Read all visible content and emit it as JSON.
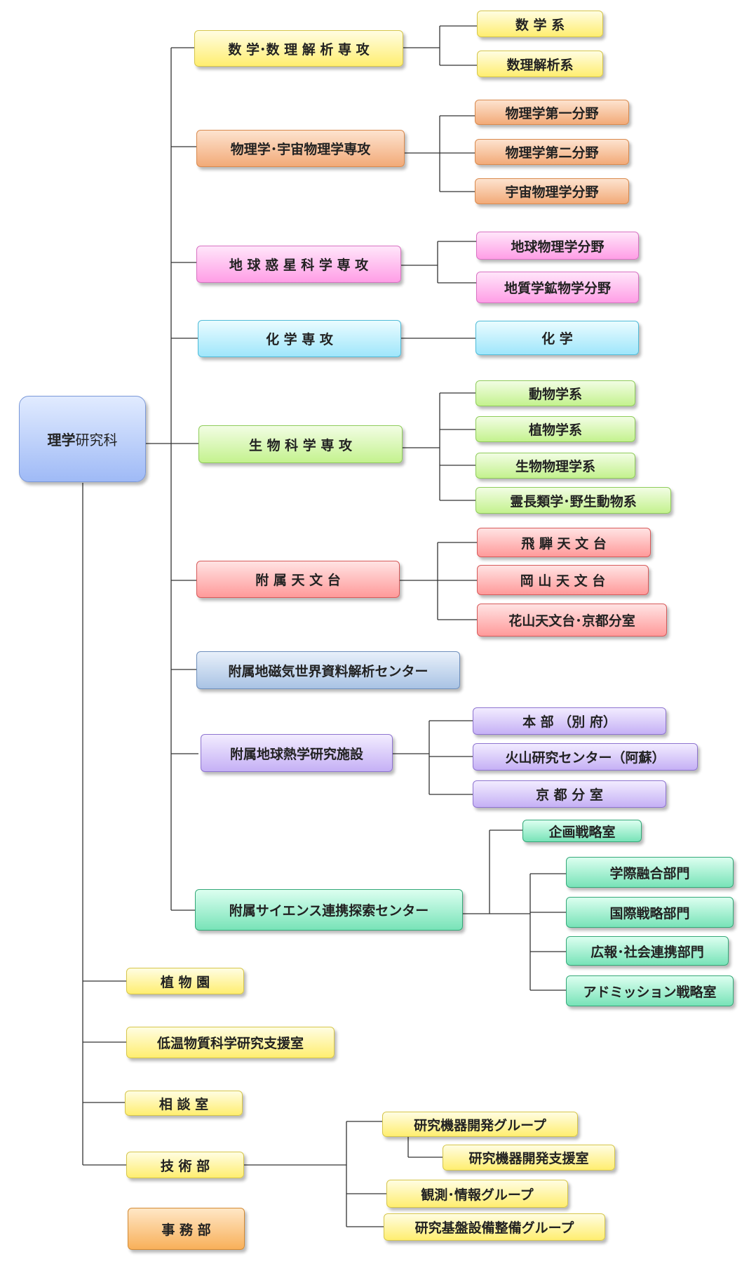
{
  "root": {
    "label_bold": "理学",
    "label_rest": "研究科"
  },
  "departments": {
    "math": "数 学･数 理 解 析 専 攻",
    "physics": "物理学･宇宙物理学専攻",
    "earth": "地 球 惑 星 科 学 専 攻",
    "chemistry": "化 学 専 攻",
    "biology": "生 物 科 学 専 攻",
    "observatory": "附 属 天 文 台",
    "geomag": "附属地磁気世界資料解析センター",
    "geotherm": "附属地球熱学研究施設",
    "science_center": "附属サイエンス連携探索センター"
  },
  "sub": {
    "math_1": "数 学 系",
    "math_2": "数理解析系",
    "phys_1": "物理学第一分野",
    "phys_2": "物理学第二分野",
    "phys_3": "宇宙物理学分野",
    "earth_1": "地球物理学分野",
    "earth_2": "地質学鉱物学分野",
    "chem_1": "化 学",
    "bio_1": "動物学系",
    "bio_2": "植物学系",
    "bio_3": "生物物理学系",
    "bio_4": "霊長類学･野生動物系",
    "obs_1": "飛 騨 天 文 台",
    "obs_2": "岡 山 天 文 台",
    "obs_3": "花山天文台･京都分室",
    "geo_1": "本 部 （別 府）",
    "geo_2": "火山研究センター（阿蘇）",
    "geo_3": "京 都 分 室",
    "sc_1": "企画戦略室",
    "sc_2": "学際融合部門",
    "sc_3": "国際戦略部門",
    "sc_4": "広報･社会連携部門",
    "sc_5": "アドミッション戦略室"
  },
  "facilities": {
    "garden": "植 物 園",
    "lowtemp": "低温物質科学研究支援室",
    "counsel": "相 談 室",
    "tech": "技 術 部",
    "office": "事 務 部"
  },
  "tech_groups": {
    "t_1": "研究機器開発グループ",
    "t_2": "研究機器開発支援室",
    "t_3": "観測･情報グループ",
    "t_4": "研究基盤設備整備グループ"
  }
}
